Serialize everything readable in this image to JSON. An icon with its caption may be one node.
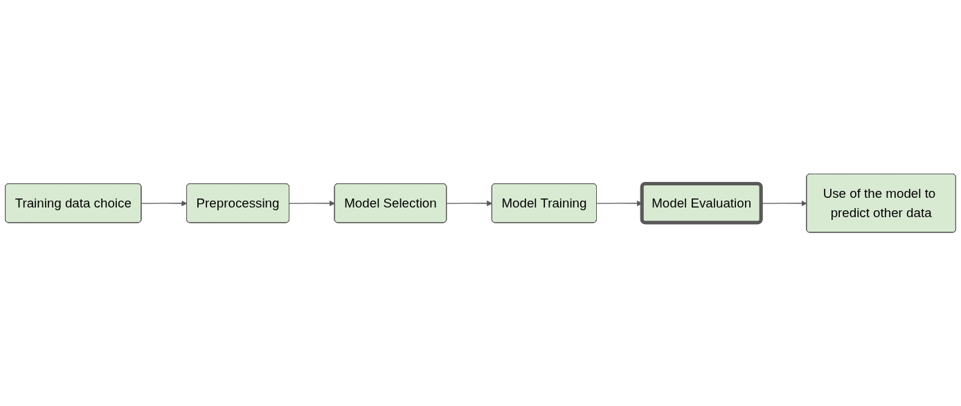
{
  "diagram": {
    "nodes": [
      {
        "text": [
          "Training data choice"
        ]
      },
      {
        "text": [
          "Preprocessing"
        ]
      },
      {
        "text": [
          "Model Selection"
        ]
      },
      {
        "text": [
          "Model Training"
        ]
      },
      {
        "text": [
          "Model Evaluation"
        ]
      },
      {
        "text": [
          "Use of the model to predict other data"
        ]
      }
    ],
    "edges": [
      {
        "from": 0,
        "to": 1,
        "arrow": "to"
      },
      {
        "from": 1,
        "to": 2,
        "arrow": "to"
      },
      {
        "from": 2,
        "to": 3,
        "arrow": "to"
      },
      {
        "from": 3,
        "to": 4,
        "arrow": "to"
      },
      {
        "from": 4,
        "to": 5,
        "arrow": "to"
      }
    ]
  }
}
